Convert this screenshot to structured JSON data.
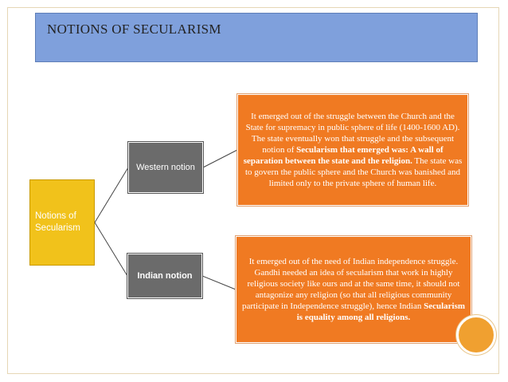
{
  "slide": {
    "title": "NOTIONS OF SECULARISM"
  },
  "diagram": {
    "root": {
      "label": "Notions of Secularism"
    },
    "branches": [
      {
        "label": "Western notion",
        "detail_parts": [
          {
            "text": "It emerged out of the struggle between the Church and the State for supremacy in public sphere of life (1400-1600 AD). The state eventually won that struggle and the subsequent notion of ",
            "bold": false
          },
          {
            "text": "Secularism that emerged was: A wall of separation between the state and the religion.",
            "bold": true
          },
          {
            "text": " The state was to govern the public sphere and the Church was banished and limited only to the private sphere of human life.",
            "bold": false
          }
        ]
      },
      {
        "label": "Indian notion",
        "detail_parts": [
          {
            "text": "It emerged out of the need of Indian independence struggle. Gandhi needed an idea of secularism that work in highly religious society like ours and at the same time, it should not antagonize any religion (so that all religious community participate in Independence struggle), hence Indian ",
            "bold": false
          },
          {
            "text": "Secularism is equality among all religions.",
            "bold": true
          }
        ]
      }
    ]
  },
  "colors": {
    "title_bar": "#7fa0dc",
    "root_node": "#f1c21b",
    "mid_node": "#6b6b6b",
    "leaf_node": "#f07a22",
    "accent": "#f0a030"
  }
}
